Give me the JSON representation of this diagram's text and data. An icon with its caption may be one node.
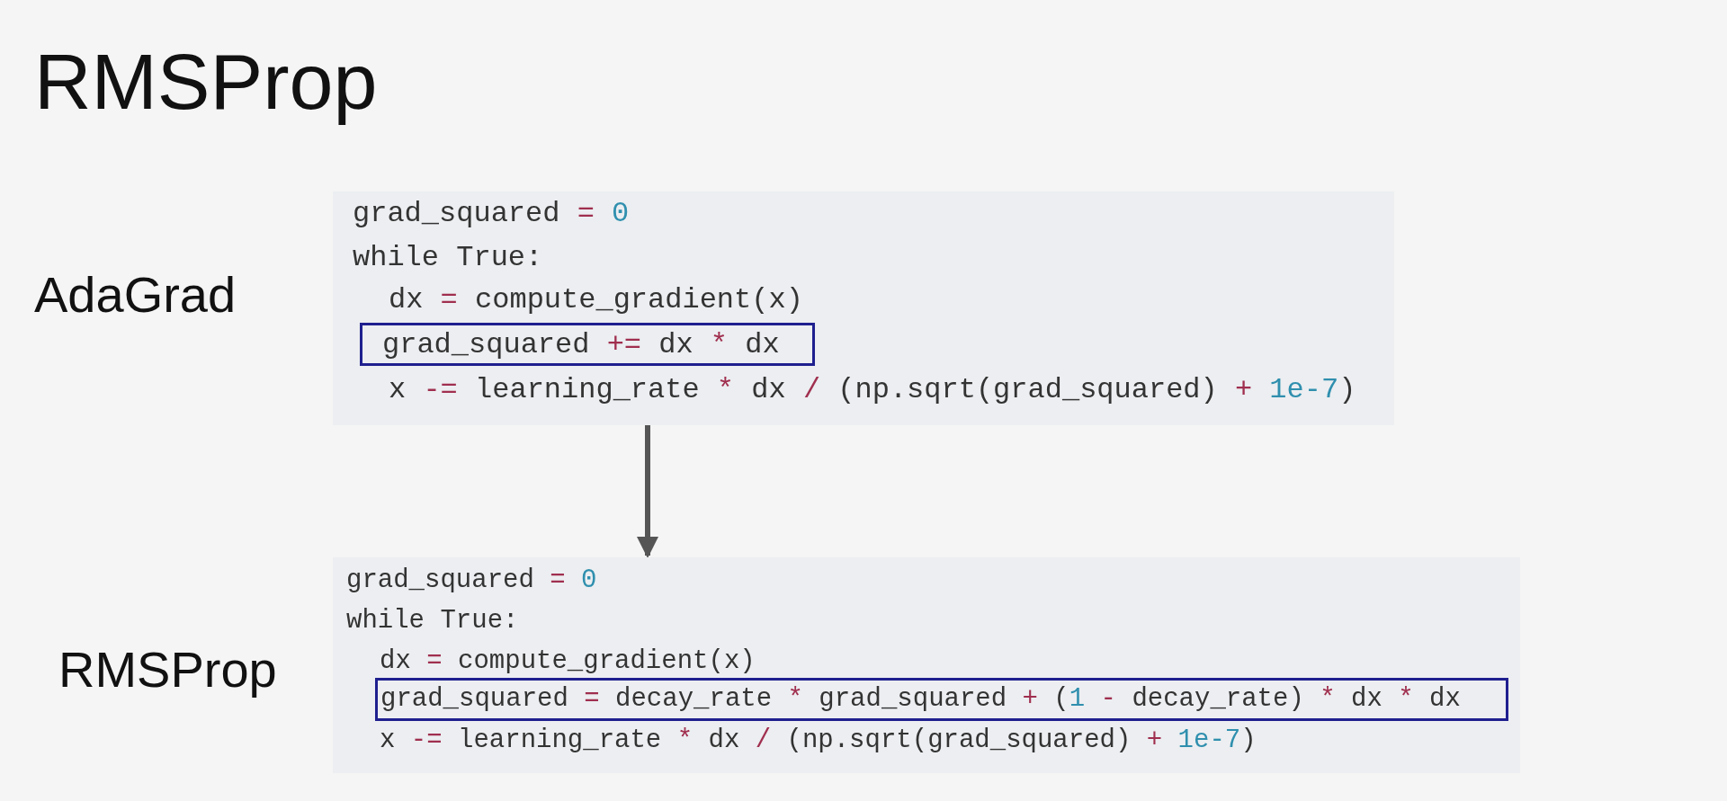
{
  "diagram": {
    "title": "RMSProp",
    "nodes": [
      {
        "text": [
          "grad_squared = 0",
          "while True:",
          "dx = compute_gradient(x)",
          "x -= learning_rate * dx / (np.sqrt(grad_squared) + 1e-7)"
        ],
        "beside": [
          "AdaGrad"
        ]
      },
      {
        "text": [
          "grad_squared += dx * dx"
        ],
        "in": 0
      },
      {
        "text": [
          "grad_squared = 0",
          "while True:",
          "dx = compute_gradient(x)",
          "x -= learning_rate * dx / (np.sqrt(grad_squared) + 1e-7)"
        ],
        "beside": [
          "RMSProp"
        ]
      },
      {
        "text": [
          "grad_squared = decay_rate * grad_squared + (1 - decay_rate) * dx * dx"
        ],
        "in": 2
      }
    ],
    "edges": [
      {
        "from": 0,
        "to": 2,
        "arrow": "to"
      }
    ]
  }
}
